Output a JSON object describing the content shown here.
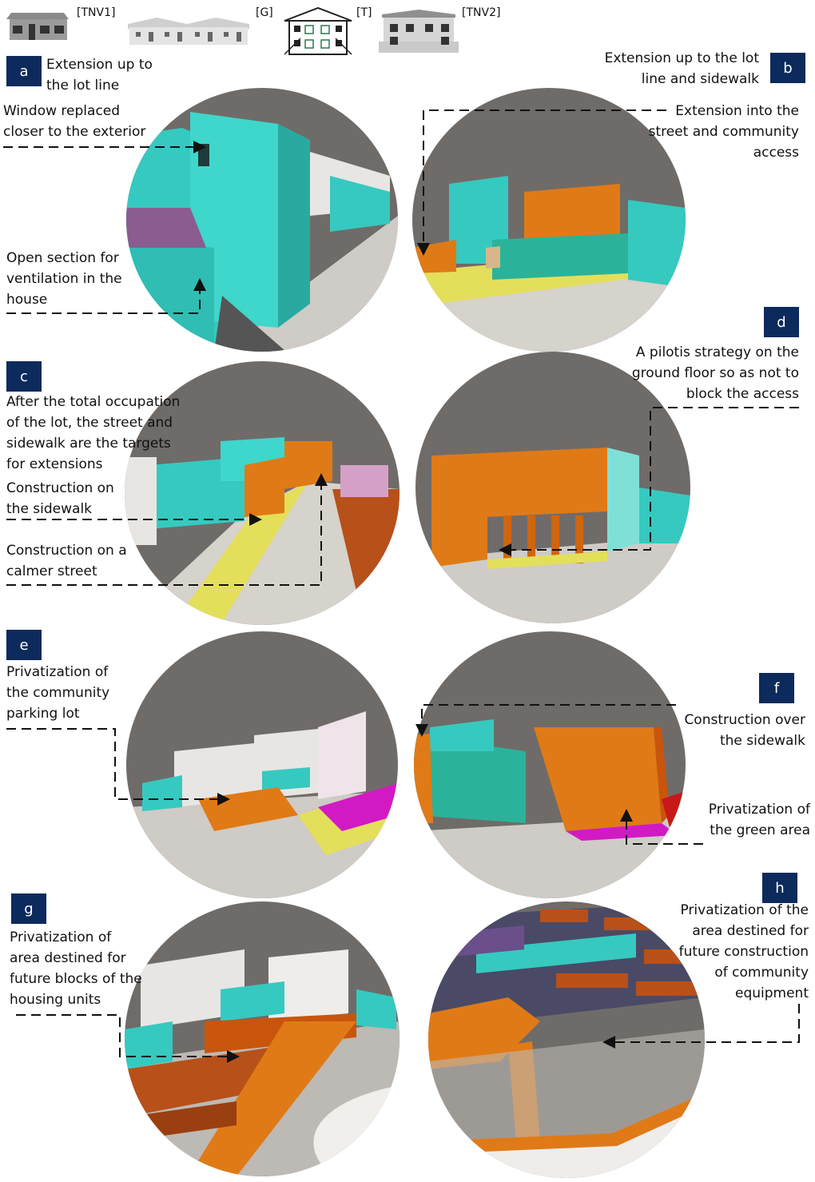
{
  "legend": [
    {
      "tag": "[TNV1]",
      "icon": "single-story-house-icon"
    },
    {
      "tag": "[G]",
      "icon": "row-houses-icon"
    },
    {
      "tag": "[T]",
      "icon": "two-story-house-icon"
    },
    {
      "tag": "[TNV2]",
      "icon": "duplex-house-icon"
    }
  ],
  "panels": {
    "a": {
      "letter": "a",
      "title": [
        "Extension up to",
        "the lot line"
      ],
      "notes": [
        [
          "Window replaced",
          "closer to the exterior"
        ],
        [
          "Open section for",
          "ventilation in the",
          "house"
        ]
      ]
    },
    "b": {
      "letter": "b",
      "title": [
        "Extension up to the lot",
        "line and sidewalk"
      ],
      "notes": [
        [
          "Extension into the",
          "street and community",
          "access"
        ]
      ]
    },
    "c": {
      "letter": "c",
      "title": [
        "After the total occupation",
        "of the lot, the street and",
        "sidewalk are the targets",
        "for extensions"
      ],
      "notes": [
        [
          "Construction on",
          "the sidewalk"
        ],
        [
          "Construction on a",
          "calmer street"
        ]
      ]
    },
    "d": {
      "letter": "d",
      "title": [
        "A pilotis strategy on the",
        "ground floor so as not to",
        "block the access"
      ],
      "notes": []
    },
    "e": {
      "letter": "e",
      "title": [
        "Privatization of",
        "the community",
        "parking lot"
      ],
      "notes": []
    },
    "f": {
      "letter": "f",
      "title": [
        "Construction over",
        "the sidewalk"
      ],
      "notes": [
        [
          "Privatization of",
          "the green area"
        ]
      ]
    },
    "g": {
      "letter": "g",
      "title": [
        "Privatization of",
        "area destined for",
        "future blocks of the",
        "housing units"
      ],
      "notes": []
    },
    "h": {
      "letter": "h",
      "title": [
        "Privatization of the",
        "area destined for",
        "future construction",
        "of community",
        "equipment"
      ],
      "notes": []
    }
  },
  "colors": {
    "badge": "#0d2a5c",
    "extension_orange": "#e07a16",
    "original_cyan": "#36c9c0",
    "sidewalk_yellow": "#e4df5a",
    "green_area_magenta": "#d21ac4",
    "background_grey": "#6f6b68",
    "ground_light": "#d9d6d2"
  }
}
